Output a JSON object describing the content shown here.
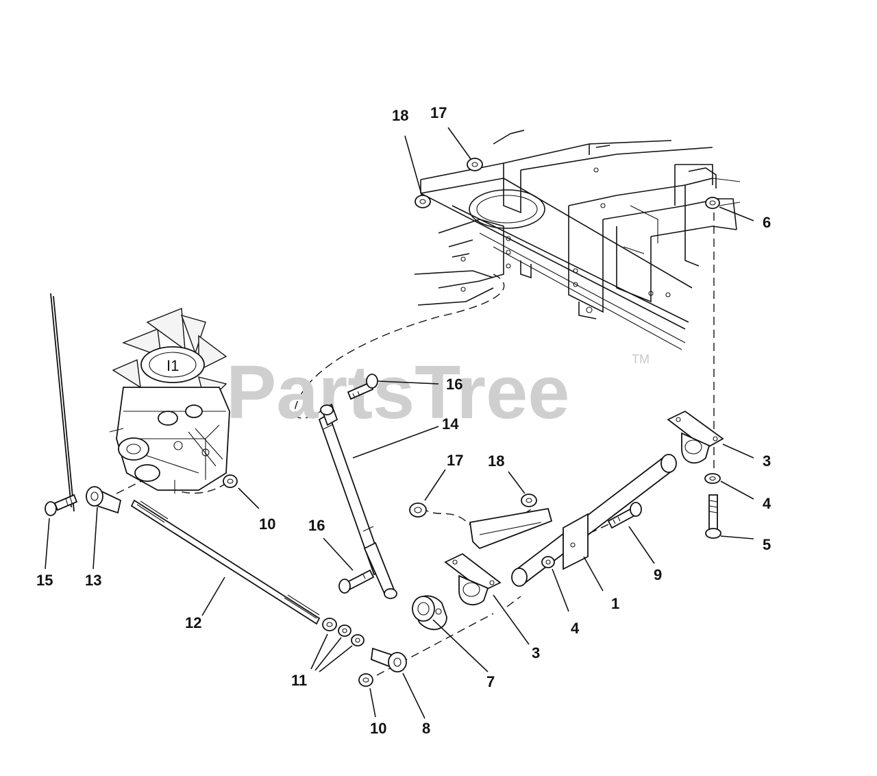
{
  "watermark": {
    "brand": "PartsTree",
    "trademark": "TM"
  },
  "callouts": [
    {
      "number": "18",
      "part": "nut"
    },
    {
      "number": "17",
      "part": "bushing"
    },
    {
      "number": "6",
      "part": "nut"
    },
    {
      "number": "16",
      "part": "bolt"
    },
    {
      "number": "14",
      "part": "gas-spring"
    },
    {
      "number": "17",
      "part": "bushing"
    },
    {
      "number": "18",
      "part": "nut"
    },
    {
      "number": "3",
      "part": "pillow-block-bracket"
    },
    {
      "number": "4",
      "part": "washer"
    },
    {
      "number": "5",
      "part": "bolt"
    },
    {
      "number": "10",
      "part": "nut"
    },
    {
      "number": "16",
      "part": "bolt"
    },
    {
      "number": "9",
      "part": "bolt"
    },
    {
      "number": "15",
      "part": "bolt"
    },
    {
      "number": "13",
      "part": "rod-end"
    },
    {
      "number": "1",
      "part": "cross-shaft"
    },
    {
      "number": "4",
      "part": "washer"
    },
    {
      "number": "12",
      "part": "threaded-rod"
    },
    {
      "number": "3",
      "part": "pillow-block-bracket"
    },
    {
      "number": "7",
      "part": "collar"
    },
    {
      "number": "11",
      "part": "nuts"
    },
    {
      "number": "8",
      "part": "rod-end"
    },
    {
      "number": "10",
      "part": "nut"
    }
  ],
  "icons": {
    "transmission": "hydrostatic-transmission-icon",
    "frame": "tractor-frame-icon"
  },
  "colors": {
    "line": "#111111",
    "watermark": "#cfcfcf",
    "background": "#ffffff"
  }
}
